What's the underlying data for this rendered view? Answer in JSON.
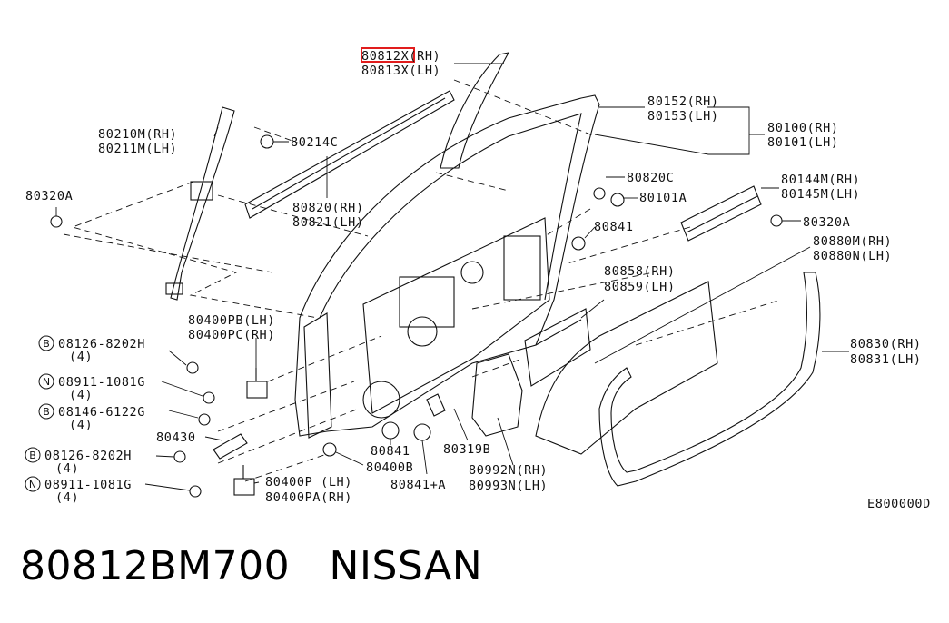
{
  "highlight_color": "#e11d1d",
  "labels": {
    "p80812x": "80812X(RH)",
    "p80813x": "80813X(LH)",
    "p80210m": "80210M(RH)",
    "p80211m": "80211M(LH)",
    "p80214c": "80214C",
    "p80152": "80152(RH)",
    "p80153": "80153(LH)",
    "p80100": "80100(RH)",
    "p80101": "80101(LH)",
    "p80320a_left": "80320A",
    "p80820": "80820(RH)",
    "p80821": "80821(LH)",
    "p80820c": "80820C",
    "p80101a": "80101A",
    "p80144m": "80144M(RH)",
    "p80145m": "80145M(LH)",
    "p80841_top": "80841",
    "p80320a_right": "80320A",
    "p80880m": "80880M(RH)",
    "p80880n": "80880N(LH)",
    "p80858": "80858(RH)",
    "p80859": "80859(LH)",
    "p80400pb": "80400PB(LH)",
    "p80400pc": "80400PC(RH)",
    "b1_code": "08126-8202H",
    "b1_qty": "(4)",
    "n1_code": "08911-1081G",
    "n1_qty": "(4)",
    "b2_code": "08146-6122G",
    "b2_qty": "(4)",
    "p80430": "80430",
    "b3_code": "08126-8202H",
    "b3_qty": "(4)",
    "n2_code": "08911-1081G",
    "n2_qty": "(4)",
    "p80400p": "80400P (LH)",
    "p80400pa": "80400PA(RH)",
    "p80841_mid": "80841",
    "p80400b": "80400B",
    "p80841a": "80841+A",
    "p80319b": "80319B",
    "p80992n": "80992N(RH)",
    "p80993n": "80993N(LH)",
    "p80830": "80830(RH)",
    "p80831": "80831(LH)",
    "diagram_code": "E800000D",
    "circle_b": "B",
    "circle_n": "N"
  },
  "footer": "80812BM700   NISSAN"
}
